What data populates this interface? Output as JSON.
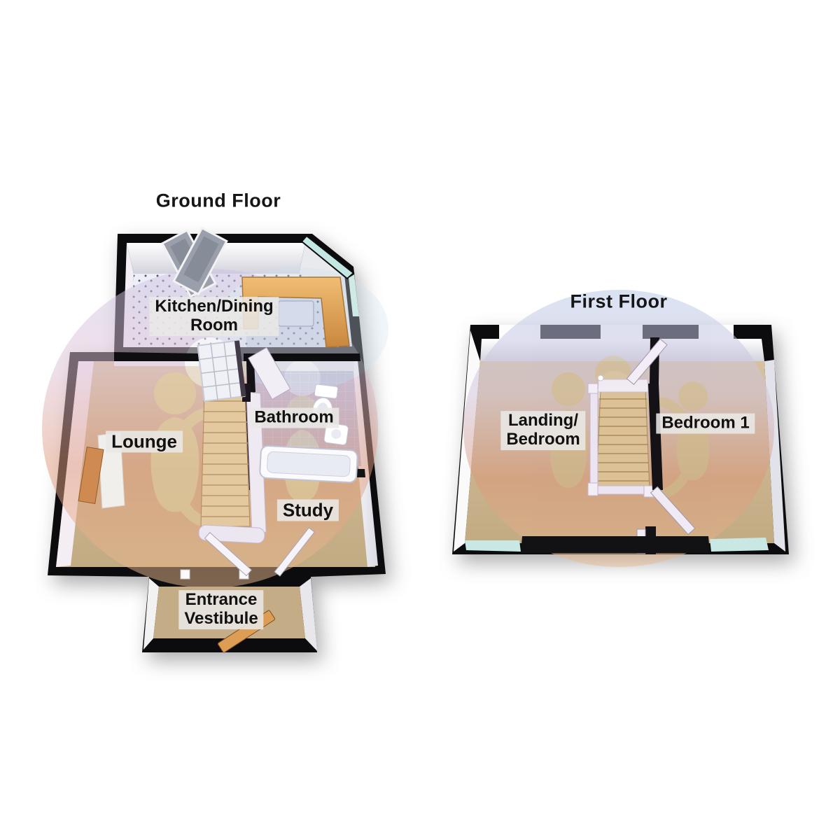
{
  "figure": {
    "type": "3d-floorplan",
    "floor_count": 2
  },
  "ground_floor": {
    "title": "Ground Floor",
    "rooms": {
      "kitchen": "Kitchen/Dining\nRoom",
      "bathroom": "Bathroom",
      "lounge": "Lounge",
      "study": "Study",
      "vestibule": "Entrance\nVestibule"
    }
  },
  "first_floor": {
    "title": "First Floor",
    "rooms": {
      "landing": "Landing/\nBedroom",
      "bedroom1": "Bedroom 1"
    }
  },
  "colors": {
    "wall": "#0c0c0e",
    "kitchen_floor": "#edeff7",
    "kitchen_tile_blue": "#cdd6e9",
    "counter_wood": "#e2a35e",
    "bathroom_floor": "#b4b8d2",
    "carpet_tan": "#cab390",
    "stair_tread": "#e4c89f",
    "window_glass": "#c3e7e2",
    "watermark_pink": "#dec0d4",
    "watermark_orange": "#e09a7c",
    "watermark_blue": "#b9c9e8",
    "watermark_figure": "#ecd9a6",
    "label_bg": "#e9e8e6",
    "label_text": "#111111"
  }
}
